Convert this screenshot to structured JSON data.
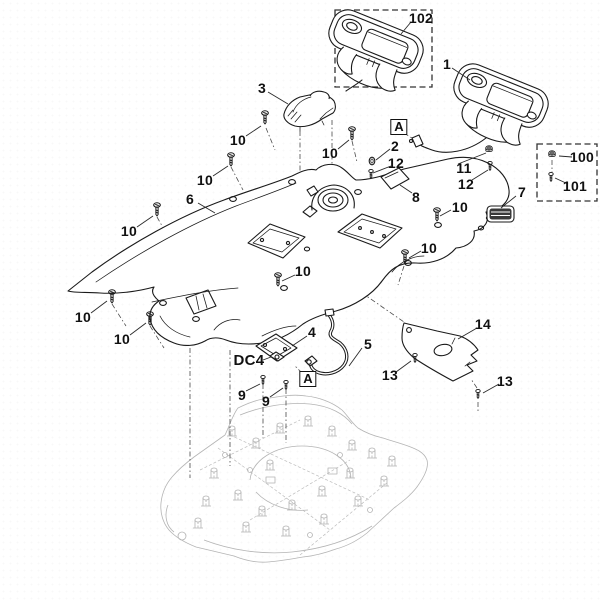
{
  "diagram_type": "exploded-parts-diagram",
  "colors": {
    "background": "#ffffff",
    "line": "#1a1a1a",
    "ghost_chassis": "#b4b4b4"
  },
  "markers": {
    "detail_a_top": "A",
    "detail_a_bottom": "A",
    "connector": "DC4"
  },
  "callouts": [
    {
      "part": "102"
    },
    {
      "part": "1"
    },
    {
      "part": "3"
    },
    {
      "part": "10"
    },
    {
      "part": "10"
    },
    {
      "part": "2"
    },
    {
      "part": "12"
    },
    {
      "part": "11"
    },
    {
      "part": "12"
    },
    {
      "part": "8"
    },
    {
      "part": "100"
    },
    {
      "part": "101"
    },
    {
      "part": "7"
    },
    {
      "part": "10"
    },
    {
      "part": "6"
    },
    {
      "part": "10"
    },
    {
      "part": "10"
    },
    {
      "part": "10"
    },
    {
      "part": "10"
    },
    {
      "part": "10"
    },
    {
      "part": "10"
    },
    {
      "part": "4"
    },
    {
      "part": "5"
    },
    {
      "part": "9"
    },
    {
      "part": "9"
    },
    {
      "part": "14"
    },
    {
      "part": "13"
    },
    {
      "part": "13"
    }
  ]
}
